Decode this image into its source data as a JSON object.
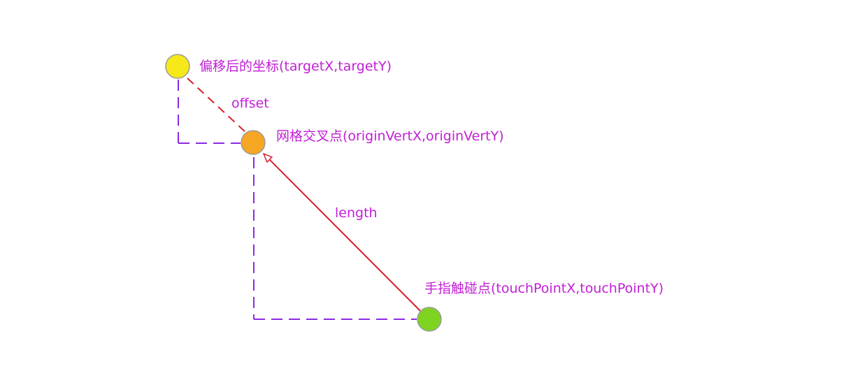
{
  "diagram": {
    "labels": {
      "target": "偏移后的坐标(targetX,targetY)",
      "origin": "网格交叉点(originVertX,originVertY)",
      "touch": "手指触碰点(touchPointX,touchPointY)",
      "offset": "offset",
      "length": "length"
    },
    "colors": {
      "text": "#c21fd6",
      "dashed_guide": "#8a2be2",
      "arrow": "#d61f2e",
      "target_point": "#f7e81a",
      "origin_point": "#f5a623",
      "touch_point": "#7ed321",
      "point_stroke": "#9b9b9b"
    }
  }
}
